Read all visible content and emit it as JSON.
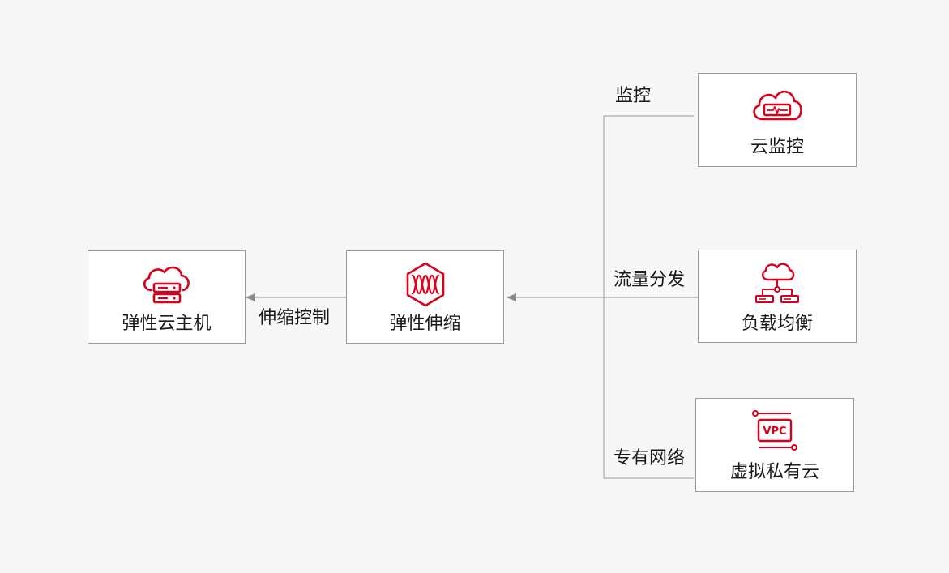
{
  "colors": {
    "accent": "#d9001b",
    "line": "#9a9a9a",
    "arrow": "#8c8c8c"
  },
  "nodes": {
    "ecs": {
      "label": "弹性云主机",
      "icon": "cloud-server-icon"
    },
    "autoscaling": {
      "label": "弹性伸缩",
      "icon": "auto-scaling-icon"
    },
    "monitor": {
      "label": "云监控",
      "icon": "cloud-monitor-icon"
    },
    "elb": {
      "label": "负载均衡",
      "icon": "load-balancer-icon"
    },
    "vpc": {
      "label": "虚拟私有云",
      "icon": "vpc-icon",
      "icon_text": "VPC"
    }
  },
  "edges": {
    "scale_control": "伸缩控制",
    "monitor": "监控",
    "traffic": "流量分发",
    "private_net": "专有网络"
  }
}
